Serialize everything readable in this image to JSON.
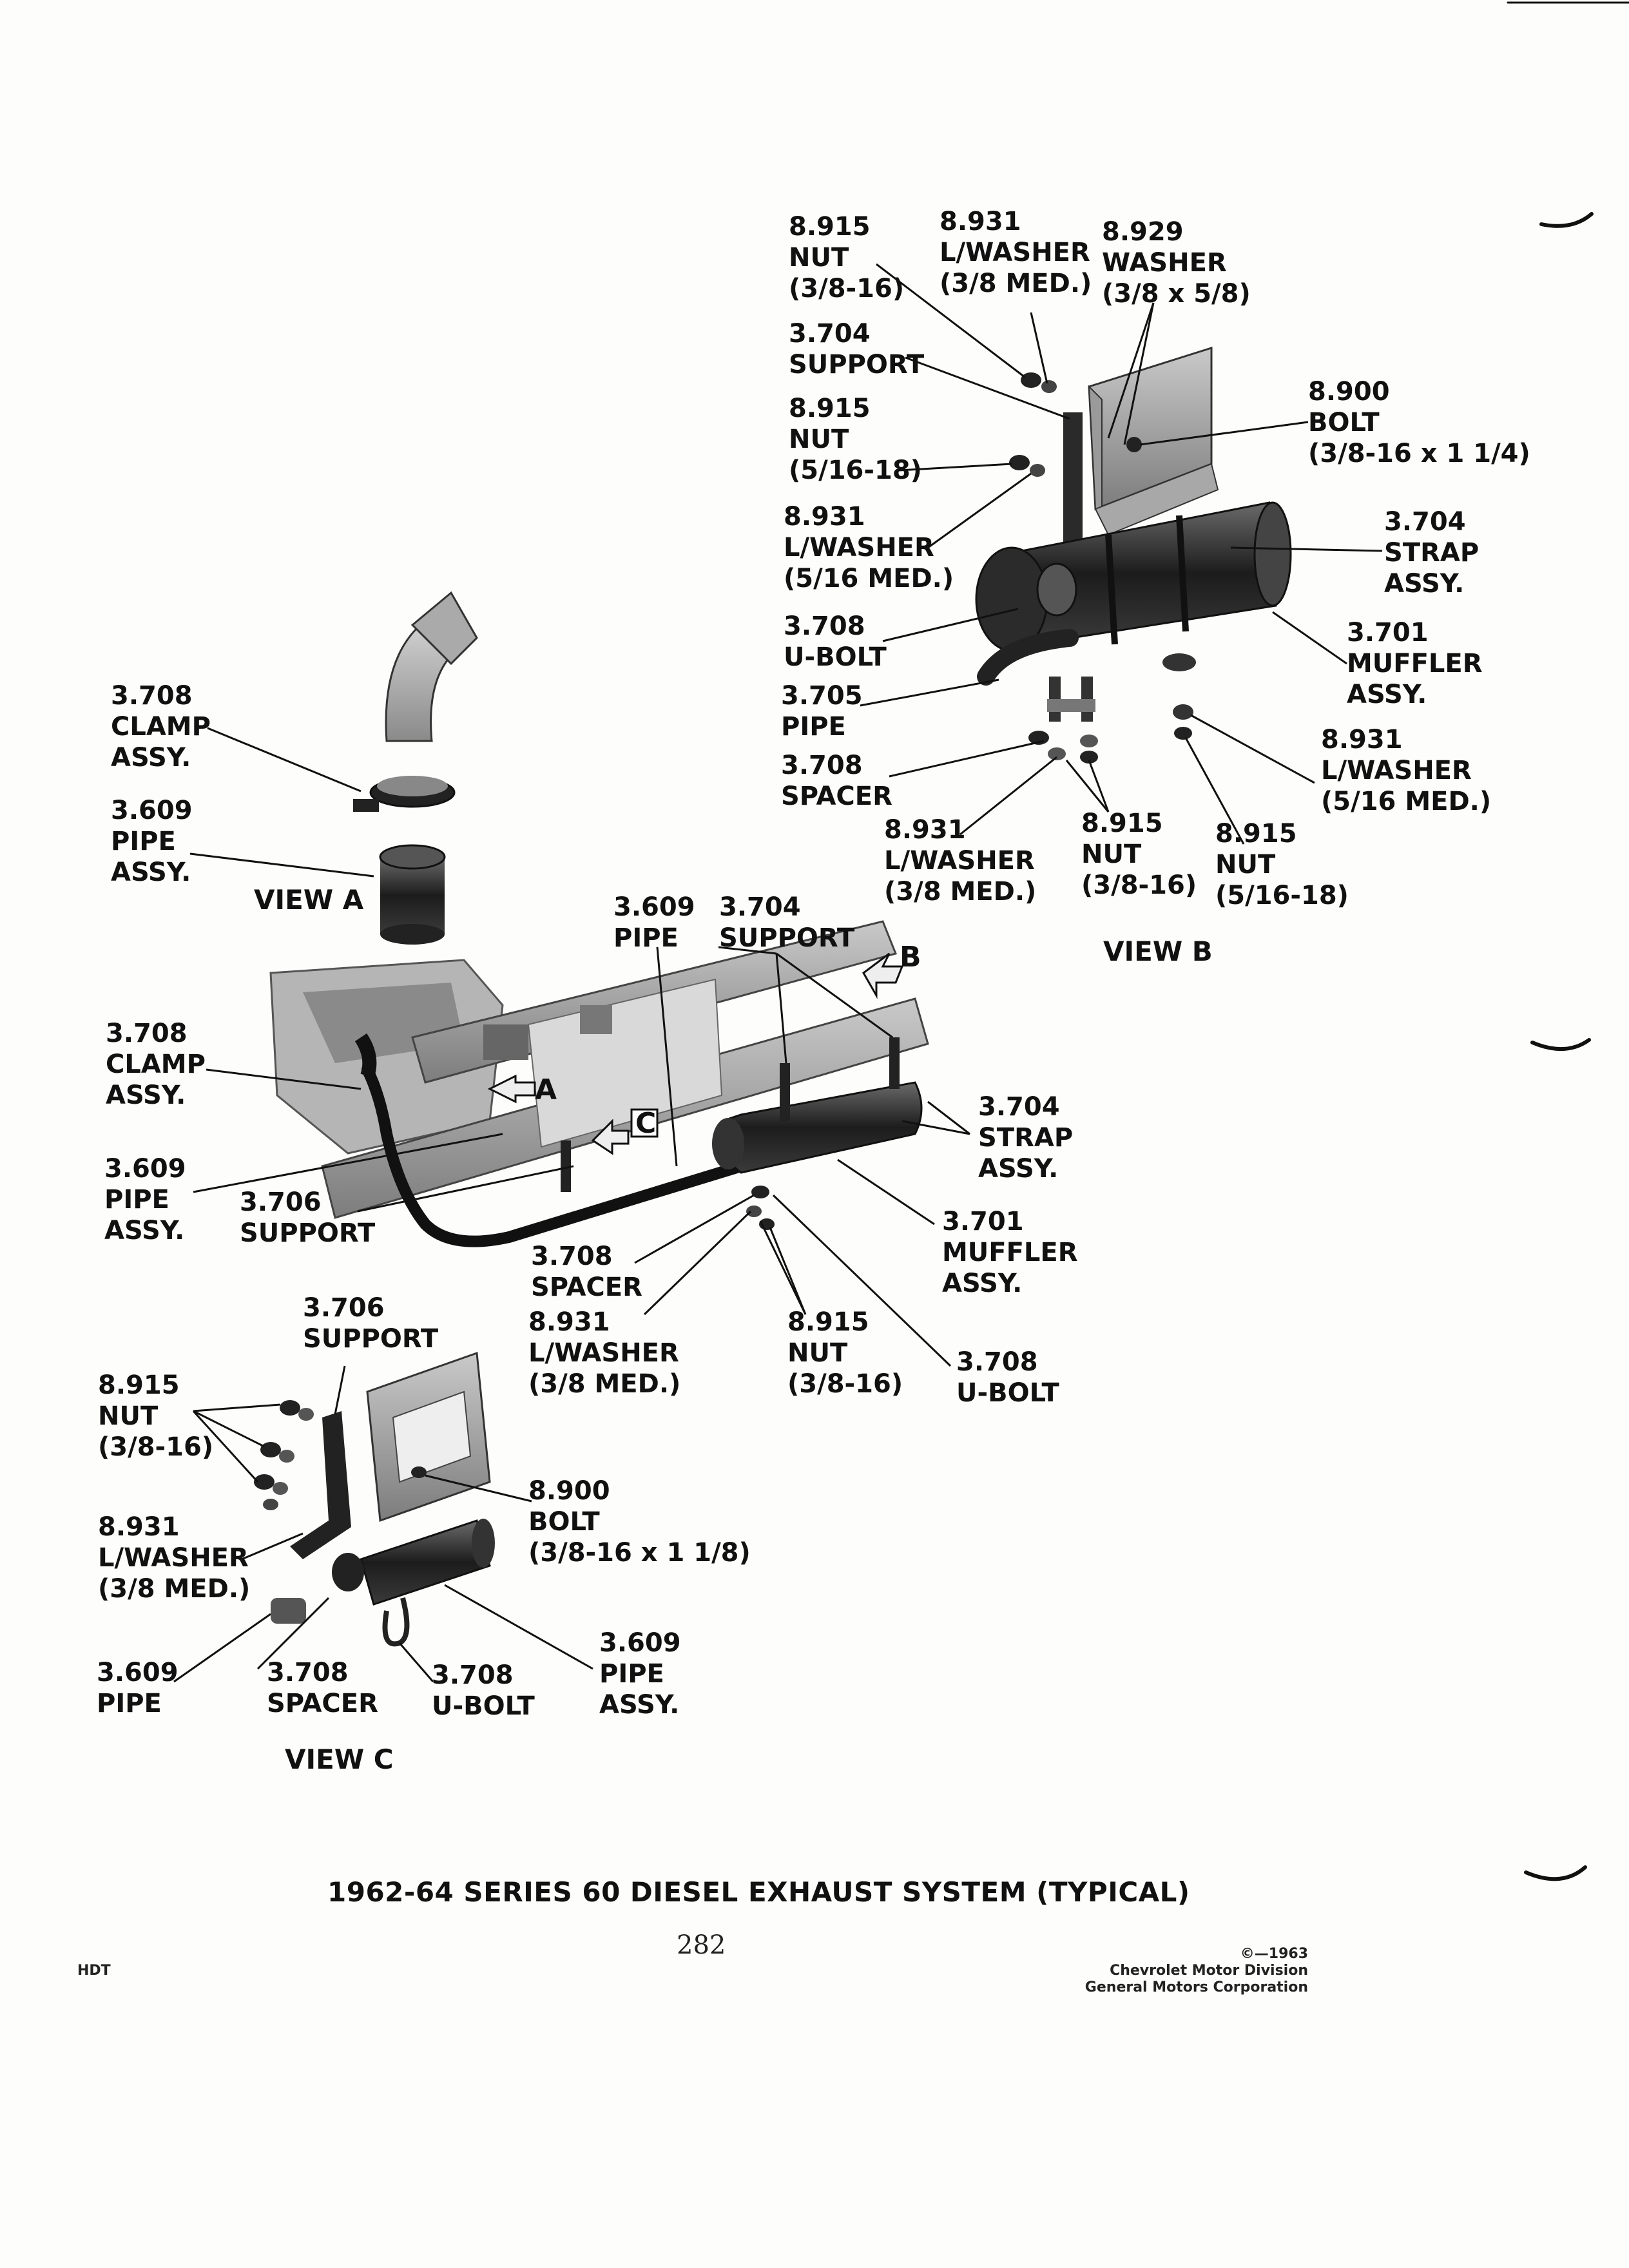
{
  "labels": {
    "b_nut_38": [
      "8.915",
      "NUT",
      "(3/8-16)"
    ],
    "b_lwasher_38": [
      "8.931",
      "L/WASHER",
      "(3/8 MED.)"
    ],
    "b_washer": [
      "8.929",
      "WASHER",
      "(3/8 x 5/8)"
    ],
    "b_support": [
      "3.704",
      "SUPPORT"
    ],
    "b_nut_516": [
      "8.915",
      "NUT",
      "(5/16-18)"
    ],
    "b_bolt": [
      "8.900",
      "BOLT",
      "(3/8-16 x 1 1/4)"
    ],
    "b_lwasher_516": [
      "8.931",
      "L/WASHER",
      "(5/16 MED.)"
    ],
    "b_strap": [
      "3.704",
      "STRAP",
      "ASSY."
    ],
    "b_ubolt": [
      "3.708",
      "U-BOLT"
    ],
    "b_muffler": [
      "3.701",
      "MUFFLER",
      "ASSY."
    ],
    "b_pipe": [
      "3.705",
      "PIPE"
    ],
    "b_spacer": [
      "3.708",
      "SPACER"
    ],
    "b_lwasher_516_r": [
      "8.931",
      "L/WASHER",
      "(5/16 MED.)"
    ],
    "b_lwasher_38_low": [
      "8.931",
      "L/WASHER",
      "(3/8 MED.)"
    ],
    "b_nut_38_low": [
      "8.915",
      "NUT",
      "(3/8-16)"
    ],
    "b_nut_516_low": [
      "8.915",
      "NUT",
      "(5/16-18)"
    ],
    "a_clamp": [
      "3.708",
      "CLAMP",
      "ASSY."
    ],
    "a_pipe": [
      "3.609",
      "PIPE",
      "ASSY."
    ],
    "m_pipe_top": [
      "3.609",
      "PIPE"
    ],
    "m_support_top": [
      "3.704",
      "SUPPORT"
    ],
    "m_clamp": [
      "3.708",
      "CLAMP",
      "ASSY."
    ],
    "m_strap": [
      "3.704",
      "STRAP",
      "ASSY."
    ],
    "m_pipe_assy": [
      "3.609",
      "PIPE",
      "ASSY."
    ],
    "m_support_706": [
      "3.706",
      "SUPPORT"
    ],
    "m_muffler": [
      "3.701",
      "MUFFLER",
      "ASSY."
    ],
    "m_spacer": [
      "3.708",
      "SPACER"
    ],
    "m_lwasher": [
      "8.931",
      "L/WASHER",
      "(3/8 MED.)"
    ],
    "m_nut": [
      "8.915",
      "NUT",
      "(3/8-16)"
    ],
    "m_ubolt": [
      "3.708",
      "U-BOLT"
    ],
    "c_support": [
      "3.706",
      "SUPPORT"
    ],
    "c_nut": [
      "8.915",
      "NUT",
      "(3/8-16)"
    ],
    "c_bolt": [
      "8.900",
      "BOLT",
      "(3/8-16 x 1 1/8)"
    ],
    "c_lwasher": [
      "8.931",
      "L/WASHER",
      "(3/8 MED.)"
    ],
    "c_pipe": [
      "3.609",
      "PIPE"
    ],
    "c_spacer": [
      "3.708",
      "SPACER"
    ],
    "c_ubolt": [
      "3.708",
      "U-BOLT"
    ],
    "c_pipe_assy": [
      "3.609",
      "PIPE",
      "ASSY."
    ]
  },
  "views": {
    "a": "VIEW A",
    "b": "VIEW B",
    "c": "VIEW C",
    "marker_a": "A",
    "marker_b": "B",
    "marker_c": "C"
  },
  "title": "1962-64 SERIES 60 DIESEL EXHAUST SYSTEM (TYPICAL)",
  "page_number": "282",
  "footer_left": "HDT",
  "copyright": [
    "©—1963",
    "Chevrolet Motor Division",
    "General Motors Corporation"
  ]
}
